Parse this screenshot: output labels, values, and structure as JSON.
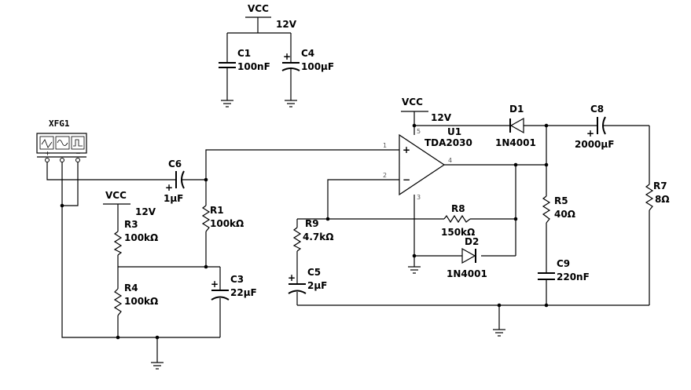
{
  "supply": {
    "vcc_label": "VCC",
    "voltage": "12V"
  },
  "components": {
    "C1": {
      "ref": "C1",
      "value": "100nF"
    },
    "C4": {
      "ref": "C4",
      "value": "100µF",
      "polarity": "+"
    },
    "XFG1": {
      "ref": "XFG1",
      "pins": [
        "+",
        "",
        "−"
      ]
    },
    "C6": {
      "ref": "C6",
      "value": "1µF",
      "polarity": "+"
    },
    "R1": {
      "ref": "R1",
      "value": "100kΩ"
    },
    "R3": {
      "ref": "R3",
      "value": "100kΩ"
    },
    "R4": {
      "ref": "R4",
      "value": "100kΩ"
    },
    "C3": {
      "ref": "C3",
      "value": "22µF",
      "polarity": "+"
    },
    "U1": {
      "ref": "U1",
      "value": "TDA2030",
      "plus": "+",
      "minus": "−",
      "pins": [
        "1",
        "2",
        "3",
        "4",
        "5"
      ]
    },
    "D1": {
      "ref": "D1",
      "value": "1N4001"
    },
    "D2": {
      "ref": "D2",
      "value": "1N4001"
    },
    "C8": {
      "ref": "C8",
      "value": "2000µF",
      "polarity": "+"
    },
    "R8": {
      "ref": "R8",
      "value": "150kΩ"
    },
    "R9": {
      "ref": "R9",
      "value": "4.7kΩ"
    },
    "C5": {
      "ref": "C5",
      "value": "2µF",
      "polarity": "+"
    },
    "R5": {
      "ref": "R5",
      "value": "40Ω"
    },
    "C9": {
      "ref": "C9",
      "value": "220nF"
    },
    "R7": {
      "ref": "R7",
      "value": "8Ω"
    }
  }
}
